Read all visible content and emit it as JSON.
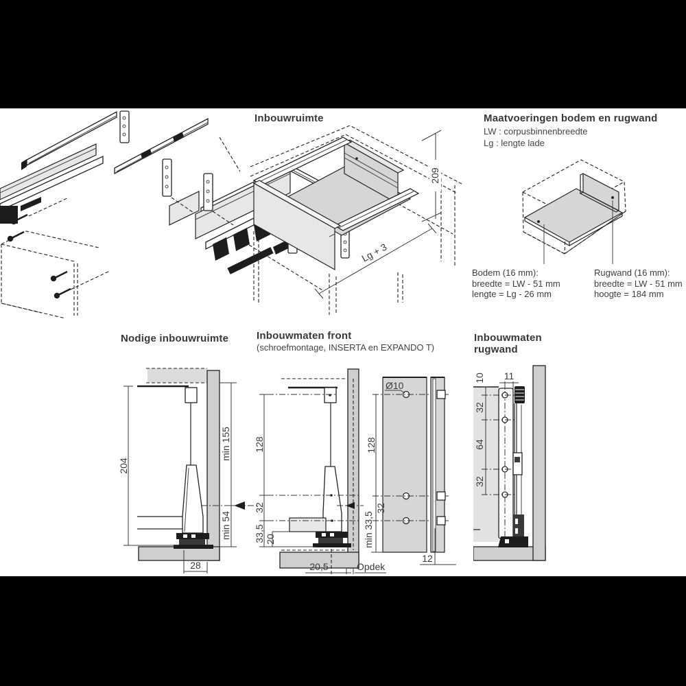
{
  "page": {
    "background": "#000000",
    "sheet_background": "#ffffff"
  },
  "colors": {
    "line": "#222222",
    "panel_gray": "#d6d6d6",
    "light_gray": "#e7e7e7",
    "bar_gray": "#cfcfcf",
    "text": "#3a3a3a"
  },
  "inbouwruimte": {
    "title": "Inbouwruimte",
    "height_dim": "209",
    "length_dim": "Lg + 3"
  },
  "maatvoeringen": {
    "title": "Maatvoeringen bodem en rugwand",
    "legend_lw": "LW : corpusbinnenbreedte",
    "legend_lg": "Lg : lengte lade",
    "bodem": {
      "heading": "Bodem (16 mm):",
      "line1": "breedte = LW - 51 mm",
      "line2": "lengte = Lg - 26 mm"
    },
    "rugwand": {
      "heading": "Rugwand (16 mm):",
      "line1": "breedte = LW - 51 mm",
      "line2": "hoogte = 184 mm"
    }
  },
  "nodige": {
    "title": "Nodige inbouwruimte",
    "total_height": "204",
    "min_top": "min 155",
    "min_bottom": "min 54",
    "bottom_depth": "28"
  },
  "front": {
    "title": "Inbouwmaten front",
    "subtitle": "(schroefmontage, INSERTA en EXPANDO T)",
    "profile_dims": {
      "d128": "128",
      "d32": "32",
      "d33_5": "33,5",
      "d20": "20",
      "d20_5": "20,5",
      "opdek": "Opdek"
    },
    "panel_dims": {
      "hole_dia": "Ø10",
      "d128": "128",
      "d32": "32",
      "dmin33_5": "min 33,5",
      "d12": "12"
    }
  },
  "rugwand_maten": {
    "title_line1": "Inbouwmaten",
    "title_line2": "rugwand",
    "d10": "10",
    "d11": "11",
    "d32_top": "32",
    "d64": "64",
    "d32_bottom": "32"
  }
}
